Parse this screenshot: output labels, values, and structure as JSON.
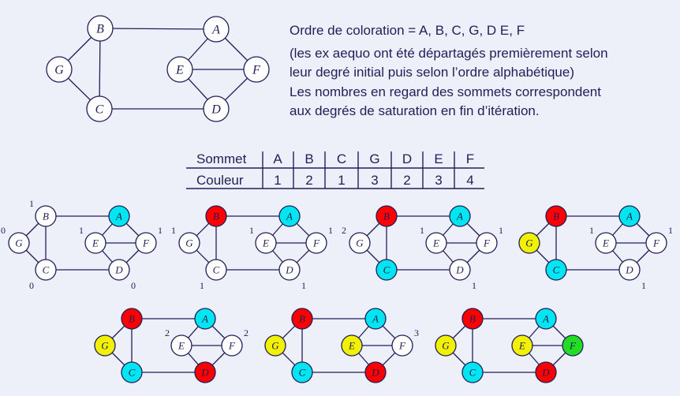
{
  "description": {
    "line1": "Ordre de coloration = A, B, C, G, D E, F",
    "line2": "(les ex aequo ont été départagés premièrement selon",
    "line3": "leur degré initial puis selon l’ordre alphabétique)",
    "line4": "Les nombres en regard des sommets correspondent",
    "line5": "aux degrés de saturation en fin d’itération."
  },
  "table": {
    "row1_label": "Sommet",
    "row2_label": "Couleur",
    "vertices": [
      "A",
      "B",
      "C",
      "G",
      "D",
      "E",
      "F"
    ],
    "colors": [
      "1",
      "2",
      "1",
      "3",
      "2",
      "3",
      "4"
    ]
  },
  "graph": {
    "nodes": [
      "A",
      "B",
      "C",
      "D",
      "E",
      "F",
      "G"
    ],
    "edges": [
      [
        "B",
        "A"
      ],
      [
        "B",
        "G"
      ],
      [
        "B",
        "C"
      ],
      [
        "G",
        "C"
      ],
      [
        "C",
        "D"
      ],
      [
        "A",
        "E"
      ],
      [
        "A",
        "F"
      ],
      [
        "E",
        "F"
      ],
      [
        "E",
        "D"
      ],
      [
        "F",
        "D"
      ]
    ]
  },
  "palette": {
    "white": "#ffffff",
    "red": "#ff0000",
    "cyan": "#00e6f0",
    "yellow": "#f2f200",
    "green": "#22dd22",
    "ink": "#1f1f5a"
  },
  "steps": [
    {
      "fills": {
        "A": "cyan",
        "B": "white",
        "C": "white",
        "D": "white",
        "E": "white",
        "F": "white",
        "G": "white"
      },
      "degrees": {
        "B": "1",
        "G": "0",
        "C": "0",
        "E": "1",
        "F": "1",
        "D": "0"
      }
    },
    {
      "fills": {
        "A": "cyan",
        "B": "red",
        "C": "white",
        "D": "white",
        "E": "white",
        "F": "white",
        "G": "white"
      },
      "degrees": {
        "G": "1",
        "C": "1",
        "E": "1",
        "F": "1",
        "D": "1"
      }
    },
    {
      "fills": {
        "A": "cyan",
        "B": "red",
        "C": "cyan",
        "D": "white",
        "E": "white",
        "F": "white",
        "G": "white"
      },
      "degrees": {
        "G": "2",
        "E": "1",
        "F": "1",
        "D": "1"
      }
    },
    {
      "fills": {
        "A": "cyan",
        "B": "red",
        "C": "cyan",
        "D": "white",
        "E": "white",
        "F": "white",
        "G": "yellow"
      },
      "degrees": {
        "E": "1",
        "F": "1",
        "D": "1"
      }
    },
    {
      "fills": {
        "A": "cyan",
        "B": "red",
        "C": "cyan",
        "D": "red",
        "E": "white",
        "F": "white",
        "G": "yellow"
      },
      "degrees": {
        "E": "2",
        "F": "2"
      }
    },
    {
      "fills": {
        "A": "cyan",
        "B": "red",
        "C": "cyan",
        "D": "red",
        "E": "yellow",
        "F": "white",
        "G": "yellow"
      },
      "degrees": {
        "F": "3"
      }
    },
    {
      "fills": {
        "A": "cyan",
        "B": "red",
        "C": "cyan",
        "D": "red",
        "E": "yellow",
        "F": "green",
        "G": "yellow"
      },
      "degrees": {}
    }
  ]
}
